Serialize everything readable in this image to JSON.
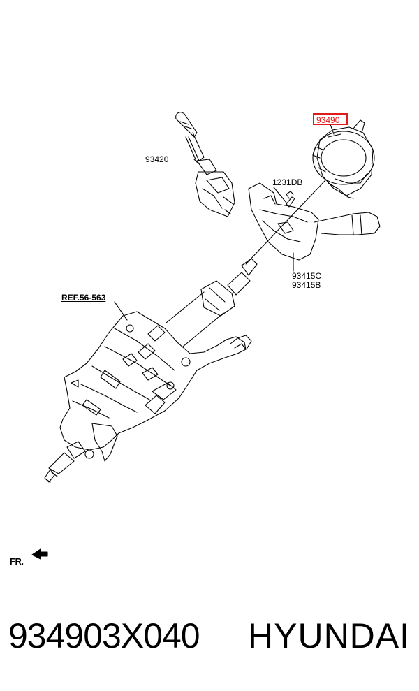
{
  "callouts": {
    "wiper_switch": "93420",
    "clock_spring": "93490",
    "bolt": "1231DB",
    "combination_switch_c": "93415C",
    "combination_switch_b": "93415B",
    "reference": "REF.56-563"
  },
  "direction_label": "FR.",
  "footer": {
    "part_number": "934903X040",
    "brand": "HYUNDAI"
  },
  "highlight_color": "#e01b1b"
}
